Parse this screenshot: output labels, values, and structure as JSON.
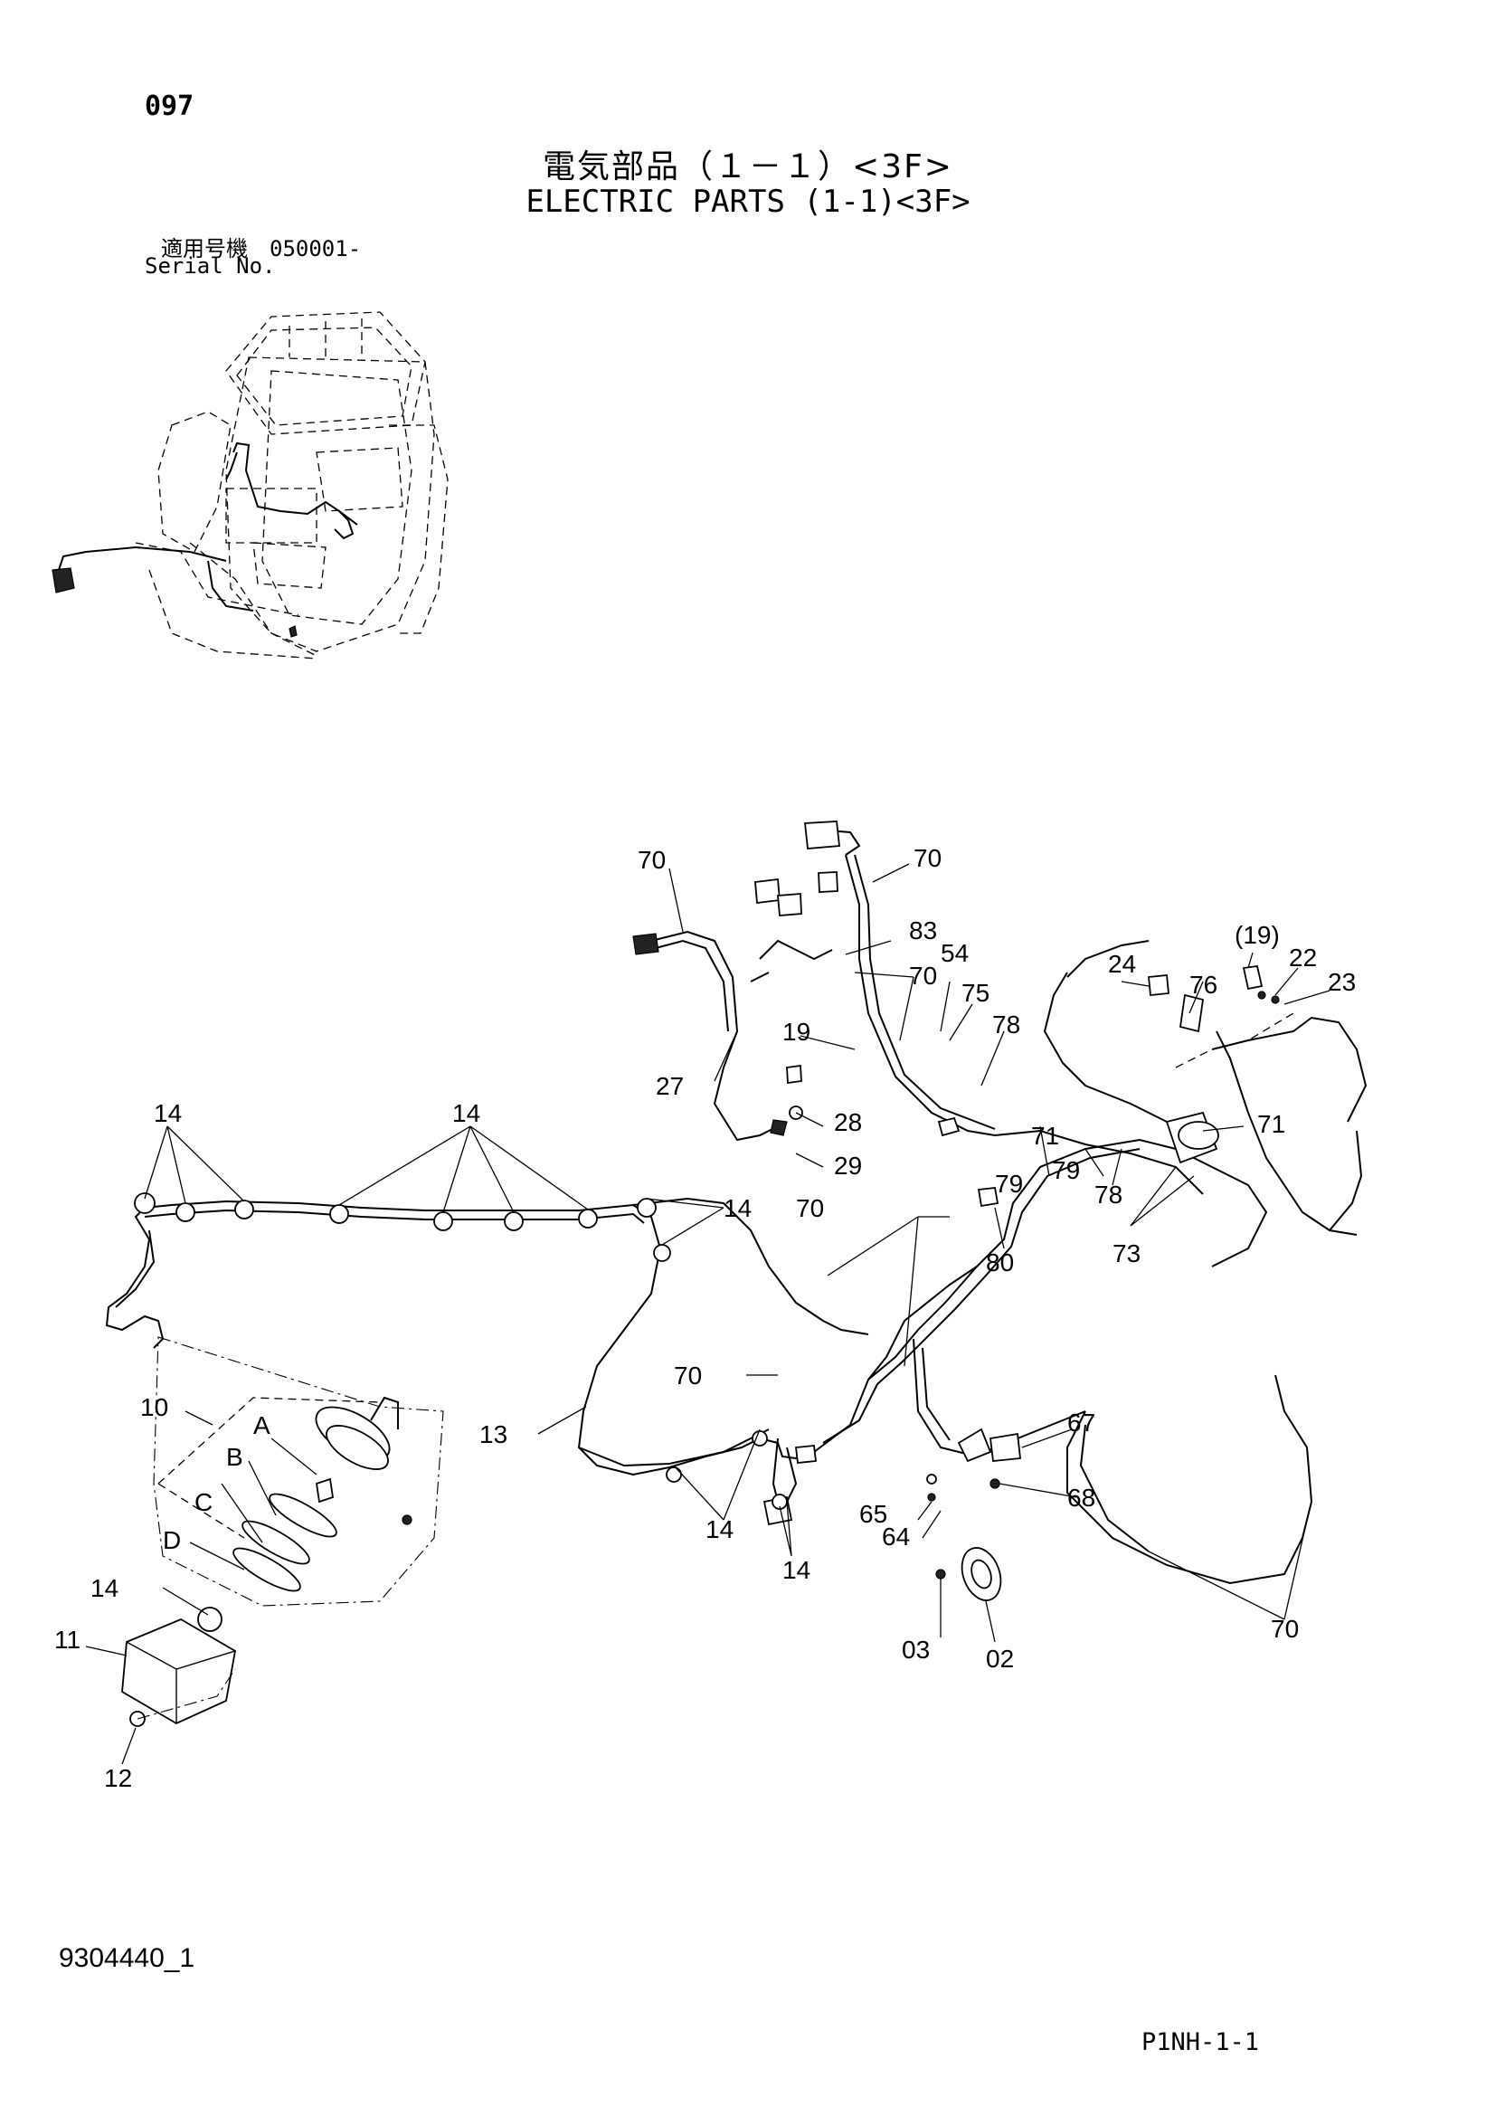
{
  "header": {
    "page_number": "097",
    "title_jp": "電気部品（１－１）<3F>",
    "title_en": "ELECTRIC PARTS (1-1)<3F>",
    "serial_label_jp": "適用号機　050001-",
    "serial_label_en": "Serial No."
  },
  "callouts": {
    "c02": "02",
    "c03": "03",
    "c10": "10",
    "c11": "11",
    "c12": "12",
    "c13": "13",
    "c14": "14",
    "c19": "19",
    "c19p": "(19)",
    "c22": "22",
    "c23": "23",
    "c24": "24",
    "c27": "27",
    "c28": "28",
    "c29": "29",
    "c54": "54",
    "c64": "64",
    "c65": "65",
    "c67": "67",
    "c68": "68",
    "c70": "70",
    "c71": "71",
    "c73": "73",
    "c75": "75",
    "c76": "76",
    "c78": "78",
    "c79": "79",
    "c80": "80",
    "c83": "83",
    "lA": "A",
    "lB": "B",
    "lC": "C",
    "lD": "D"
  },
  "footer": {
    "doc_id": "9304440_1",
    "sheet_code": "P1NH-1-1"
  }
}
